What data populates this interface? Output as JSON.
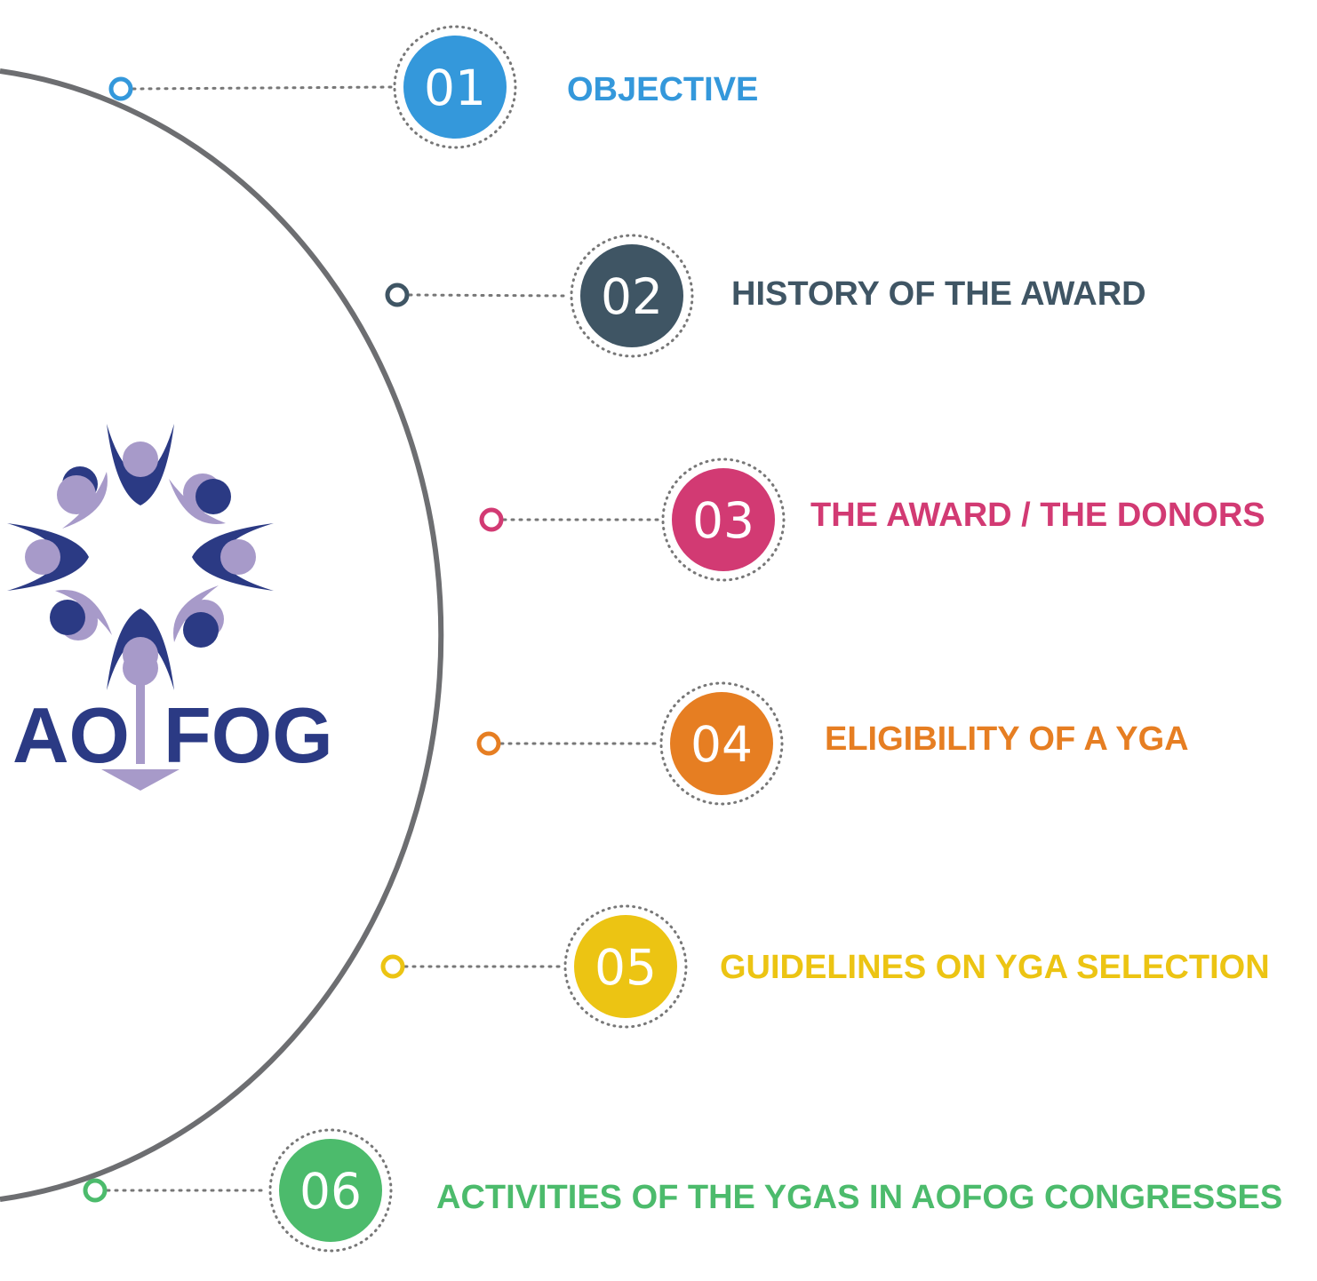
{
  "logo": {
    "left_text": "AO",
    "right_text": "FOG",
    "name": "aofog-logo",
    "colors": {
      "navy": "#2b3a84",
      "lavender": "#a79ac9"
    }
  },
  "arc": {
    "color": "#6d6e71"
  },
  "items": [
    {
      "number": "01",
      "label": "OBJECTIVE",
      "color": "#3498db"
    },
    {
      "number": "02",
      "label": "HISTORY OF THE AWARD",
      "color": "#3f5564"
    },
    {
      "number": "03",
      "label": "THE AWARD / THE DONORS",
      "color": "#d23a73"
    },
    {
      "number": "04",
      "label": "ELIGIBILITY OF A YGA",
      "color": "#e67e22"
    },
    {
      "number": "05",
      "label": "GUIDELINES ON YGA SELECTION",
      "color": "#ecc413"
    },
    {
      "number": "06",
      "label": "ACTIVITIES OF THE YGAS IN AOFOG CONGRESSES",
      "color": "#4cbb6c"
    }
  ]
}
